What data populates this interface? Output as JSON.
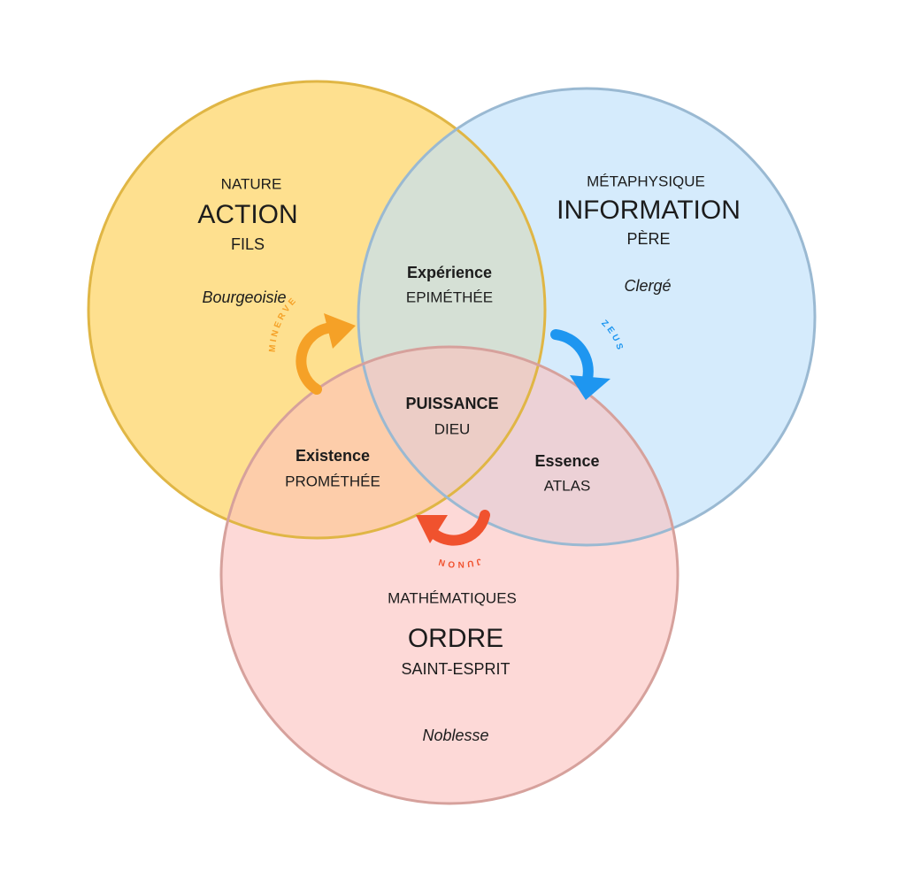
{
  "circles": {
    "action": {
      "category": "NATURE",
      "title": "ACTION",
      "sub": "FILS",
      "class": "Bourgeoisie",
      "fill": "#fdd66a",
      "stroke": "#e0b645",
      "category_color": "#f5a127"
    },
    "information": {
      "category": "MÉTAPHYSIQUE",
      "title": "INFORMATION",
      "sub": "PÈRE",
      "class": "Clergé",
      "fill": "#bfe0fb",
      "stroke": "#9ab9d2",
      "category_color": "#1e96f0"
    },
    "ordre": {
      "category": "MATHÉMATIQUES",
      "title": "ORDRE",
      "sub": "SAINT-ESPRIT",
      "class": "Noblesse",
      "fill": "#fcc0bc",
      "stroke": "#d6a19c",
      "category_color": "#f0522e"
    }
  },
  "intersections": {
    "action_information": {
      "title": "Expérience",
      "sub": "EPIMÉTHÉE"
    },
    "action_ordre": {
      "title": "Existence",
      "sub": "PROMÉTHÉE"
    },
    "information_ordre": {
      "title": "Essence",
      "sub": "ATLAS"
    },
    "center": {
      "title": "PUISSANCE",
      "sub": "DIEU"
    }
  },
  "arrows": {
    "minerve": {
      "label": "MINERVE",
      "color": "#f5a127"
    },
    "zeus": {
      "label": "ZEUS",
      "color": "#1e96f0"
    },
    "junon": {
      "label": "JUNON",
      "color": "#f0522e"
    }
  }
}
